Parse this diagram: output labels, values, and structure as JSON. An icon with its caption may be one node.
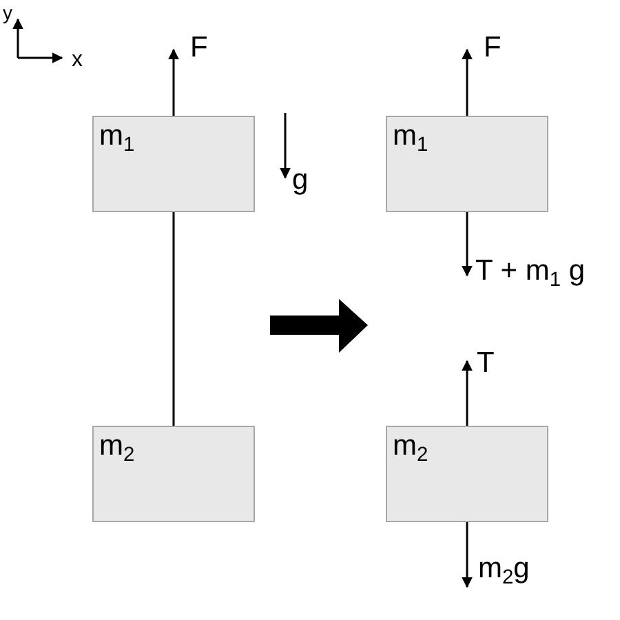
{
  "diagram": {
    "nodes": [
      {
        "text": [
          "m$_{1}$"
        ]
      },
      {
        "text": [
          "m$_{2}$"
        ]
      },
      {
        "text": [
          "m$_{1}$"
        ]
      },
      {
        "text": [
          "m$_{2}$"
        ]
      }
    ],
    "edges": [
      {
        "from": 0,
        "to": null,
        "arrow": "to",
        "label": "F"
      },
      {
        "from": 0,
        "to": 1,
        "arrow": "none"
      },
      {
        "from": 2,
        "to": null,
        "arrow": "to",
        "label": "F"
      },
      {
        "from": 2,
        "to": null,
        "arrow": "to",
        "label": "T + m$_{1}$ g"
      },
      {
        "from": 3,
        "to": null,
        "arrow": "to",
        "label": "T"
      },
      {
        "from": 3,
        "to": null,
        "arrow": "to",
        "label": "m$_{2}$g"
      }
    ],
    "labels": [
      "y",
      "x",
      "g"
    ]
  }
}
